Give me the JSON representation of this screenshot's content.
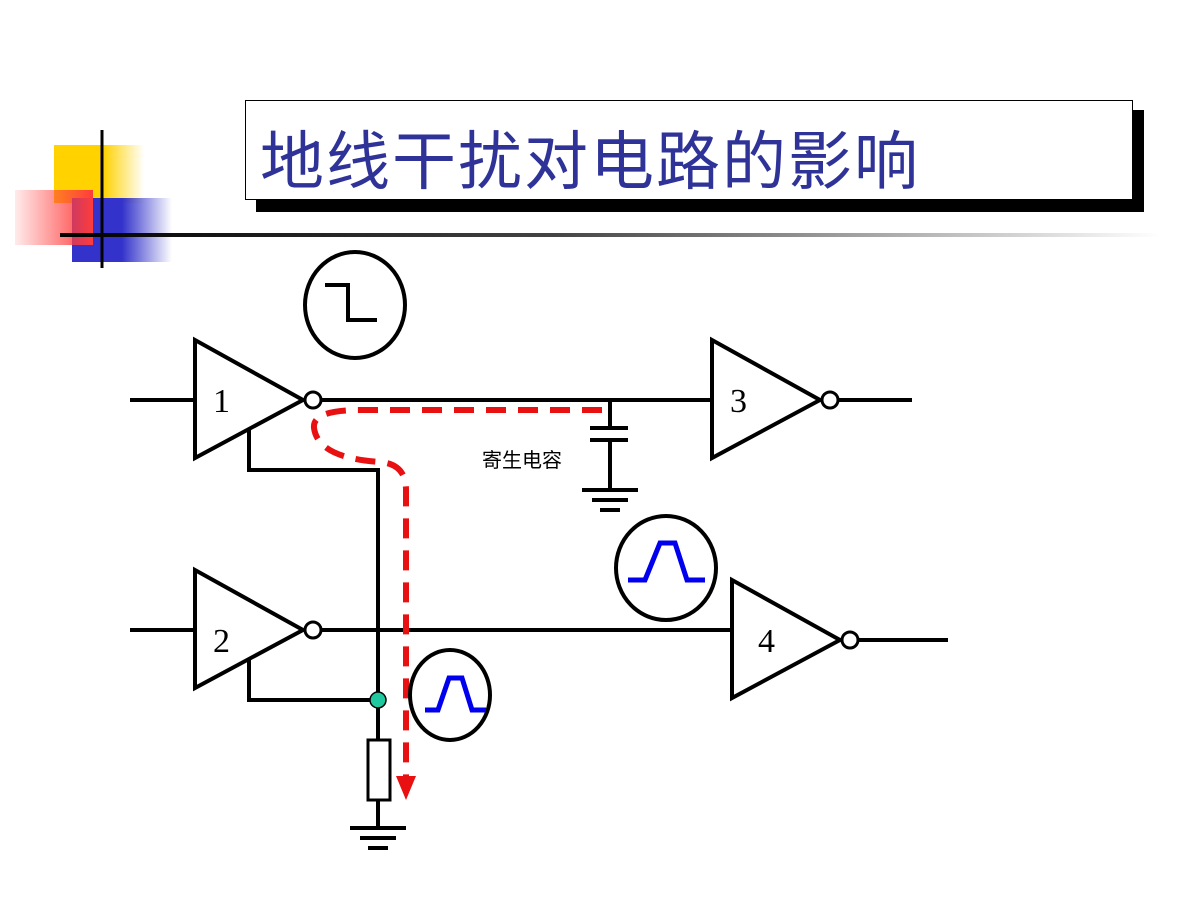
{
  "slide": {
    "title": "地线干扰对电路的影响"
  },
  "diagram": {
    "gates": [
      {
        "label": "1"
      },
      {
        "label": "2"
      },
      {
        "label": "3"
      },
      {
        "label": "4"
      }
    ],
    "capacitor_label": "寄生电容",
    "waveforms": [
      {
        "shape": "falling-step"
      },
      {
        "shape": "pulse"
      },
      {
        "shape": "pulse"
      }
    ],
    "colors": {
      "title": "#2f3398",
      "current_path": "#e81010",
      "pulse": "#0000ee",
      "node": "#20c8a0",
      "deco_yellow": "#ffd200",
      "deco_red": "#ff3c3c",
      "deco_blue": "#3333cc"
    }
  }
}
